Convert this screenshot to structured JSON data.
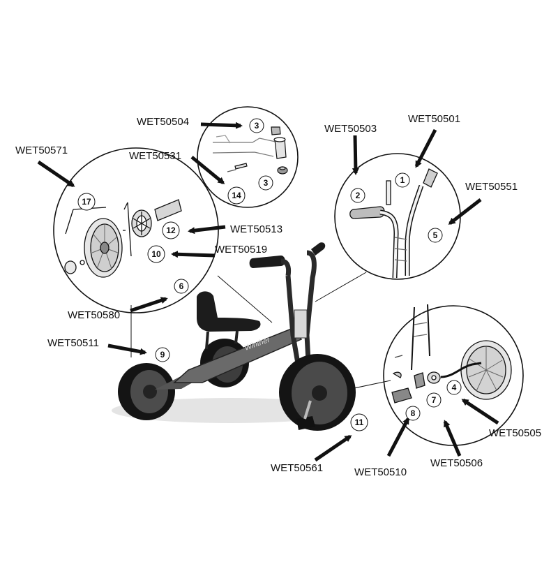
{
  "part_codes": {
    "wet50504": "WET50504",
    "wet50531": "WET50531",
    "wet50571": "WET50571",
    "wet50513": "WET50513",
    "wet50519": "WET50519",
    "wet50580": "WET50580",
    "wet50511": "WET50511",
    "wet50503": "WET50503",
    "wet50501": "WET50501",
    "wet50551": "WET50551",
    "wet50505": "WET50505",
    "wet50506": "WET50506",
    "wet50510": "WET50510",
    "wet50561": "WET50561"
  },
  "callouts": {
    "n1": "1",
    "n2": "2",
    "n3a": "3",
    "n3b": "3",
    "n4": "4",
    "n5": "5",
    "n6": "6",
    "n7": "7",
    "n8": "8",
    "n9": "9",
    "n10": "10",
    "n11": "11",
    "n12": "12",
    "n14": "14",
    "n17": "17"
  },
  "brand_mark": "Winther"
}
